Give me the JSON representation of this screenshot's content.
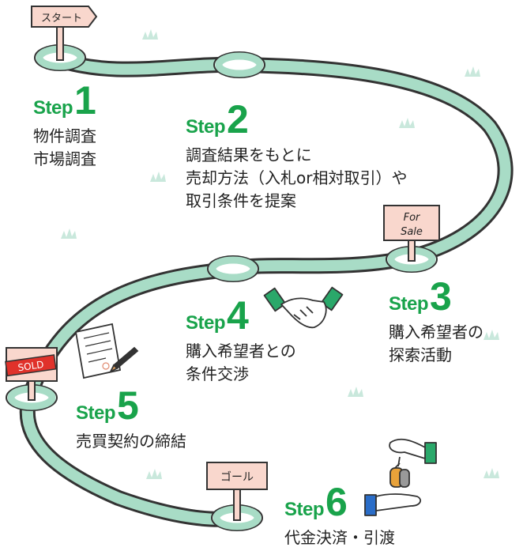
{
  "signs": {
    "start": "スタート",
    "for_sale_line1": "For",
    "for_sale_line2": "Sale",
    "sold": "SOLD",
    "goal": "ゴール"
  },
  "steps": [
    {
      "word": "Step",
      "num": "1",
      "lines": [
        "物件調査",
        "市場調査"
      ]
    },
    {
      "word": "Step",
      "num": "2",
      "lines": [
        "調査結果をもとに",
        "売却方法（入札or相対取引）や",
        "取引条件を提案"
      ]
    },
    {
      "word": "Step",
      "num": "3",
      "lines": [
        "購入希望者の",
        "探索活動"
      ]
    },
    {
      "word": "Step",
      "num": "4",
      "lines": [
        "購入希望者との",
        "条件交渉"
      ]
    },
    {
      "word": "Step",
      "num": "5",
      "lines": [
        "売買契約の締結"
      ]
    },
    {
      "word": "Step",
      "num": "6",
      "lines": [
        "代金決済・引渡"
      ]
    }
  ],
  "colors": {
    "path": "#a8dcc6",
    "path_outline": "#333333",
    "step_green": "#19a34b",
    "sign_pink": "#f9d7cd",
    "sold_red": "#e0322b",
    "grass": "#c9e8dc",
    "cuff_green": "#2aa86a"
  },
  "icons": [
    "handshake-icon",
    "contract-icon",
    "key-handover-icon"
  ]
}
